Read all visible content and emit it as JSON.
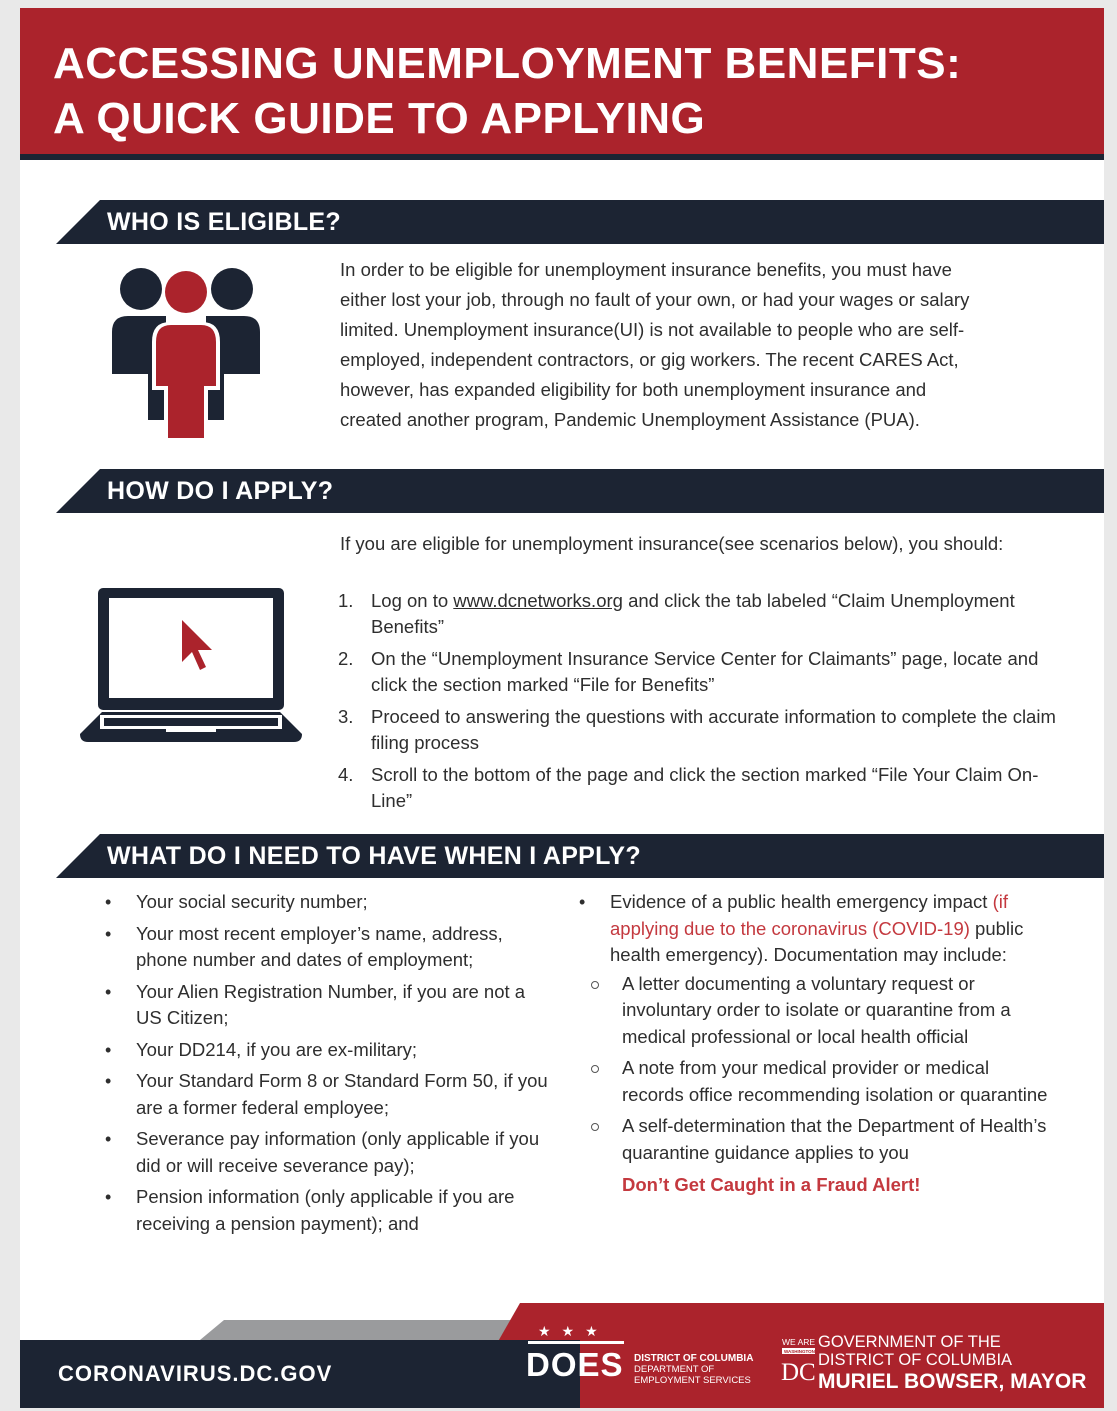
{
  "header": {
    "title_line1": "ACCESSING UNEMPLOYMENT BENEFITS:",
    "title_line2": "A QUICK GUIDE TO APPLYING"
  },
  "eligible": {
    "heading": "WHO IS ELIGIBLE?",
    "icon": "people-group-icon",
    "body_lines": [
      "In order to be eligible for unemployment insurance benefits, you must have",
      "either lost your job, through no fault of your own, or had your wages or salary",
      "limited. Unemployment insurance(UI) is not available to people who are self-",
      "employed, independent contractors, or gig workers. The recent CARES Act,",
      "however, has expanded eligibility for both unemployment insurance and",
      "created another program, Pandemic Unemployment Assistance (PUA)."
    ]
  },
  "apply": {
    "heading": "HOW DO I APPLY?",
    "icon": "laptop-cursor-icon",
    "intro": "If you are eligible for unemployment insurance(see scenarios below), you should:",
    "steps": [
      {
        "num": "1.",
        "pre": "Log on to ",
        "link": "www.dcnetworks.org",
        "post": " and click the tab labeled “Claim Unemployment Benefits”"
      },
      {
        "num": "2.",
        "text": "On the “Unemployment Insurance Service Center for Claimants” page, locate and click the section marked “File for Benefits”"
      },
      {
        "num": "3.",
        "text": "Proceed to answering the questions with accurate information to complete the claim filing process"
      },
      {
        "num": "4.",
        "text": "Scroll to the bottom of the page and click the section marked “File Your Claim On-Line”"
      }
    ]
  },
  "needs": {
    "heading": "WHAT DO I NEED TO HAVE WHEN I APPLY?",
    "left_items": [
      "Your social security number;",
      "Your most recent employer’s name, address, phone number and dates of employment;",
      "Your Alien Registration Number, if you are not a US Citizen;",
      "Your DD214, if you are ex-military;",
      "Your Standard Form 8 or Standard Form 50, if you are a former federal employee;",
      "Severance pay information (only applicable if you did or will receive severance pay);",
      "Pension information (only applicable if you are receiving a pension payment); and"
    ],
    "right": {
      "lead": "Evidence of a public health emergency impact ",
      "lead_red": "(if applying due to the coronavirus (COVID-19)",
      "lead_tail": " public health emergency). Documentation may include:",
      "sub_items": [
        "A letter documenting a voluntary request or involuntary order to isolate or quarantine from a medical professional or local health official",
        "A note from your medical provider or medical records office recommending isolation or quarantine",
        "A self-determination that the Department of Health’s quarantine guidance applies to you"
      ],
      "alert": "Don’t Get Caught in a Fraud Alert!"
    }
  },
  "footer": {
    "url": "CORONAVIRUS.DC.GOV",
    "does_stars": "★★★",
    "does_word": "DOES",
    "does_line1": "DISTRICT OF COLUMBIA",
    "does_line2": "DEPARTMENT OF",
    "does_line3": "EMPLOYMENT SERVICES",
    "dc_mark_top": "WE ARE",
    "dc_mark_mid": "WASHINGTON",
    "dc_mark_big": "DC",
    "gov_line1": "GOVERNMENT OF THE",
    "gov_line2": "DISTRICT OF COLUMBIA",
    "gov_line3": "MURIEL BOWSER, MAYOR"
  },
  "colors": {
    "brand_red": "#ab232c",
    "navy": "#1c2433",
    "accent_text_red": "#c4393f"
  }
}
